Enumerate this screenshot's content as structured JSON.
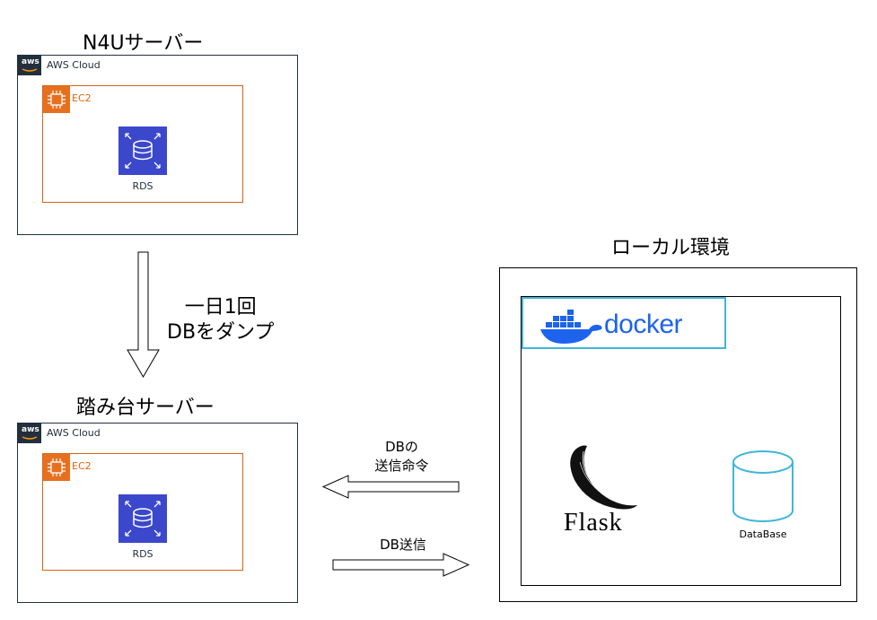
{
  "top_server": {
    "title": "N4Uサーバー",
    "aws_label": "AWS Cloud",
    "aws_logo_text": "aws",
    "ec2_label": "EC2",
    "rds_label": "RDS"
  },
  "dump_arrow": {
    "line1": "一日1回",
    "line2": "DBをダンプ"
  },
  "bastion_server": {
    "title": "踏み台サーバー",
    "aws_label": "AWS Cloud",
    "aws_logo_text": "aws",
    "ec2_label": "EC2",
    "rds_label": "RDS"
  },
  "send_command_arrow": {
    "line1": "DBの",
    "line2": "送信命令"
  },
  "db_send_arrow": {
    "label": "DB送信"
  },
  "local_env": {
    "title": "ローカル環境",
    "docker_label": "docker",
    "flask_label": "Flask",
    "database_label": "DataBase"
  },
  "colors": {
    "aws_dark": "#232f3e",
    "ec2_orange": "#d86613",
    "rds_blue": "#3b48cc",
    "docker_blue": "#1d63ed",
    "docker_border": "#3fb6d8",
    "database_stroke": "#3fb6d8"
  }
}
